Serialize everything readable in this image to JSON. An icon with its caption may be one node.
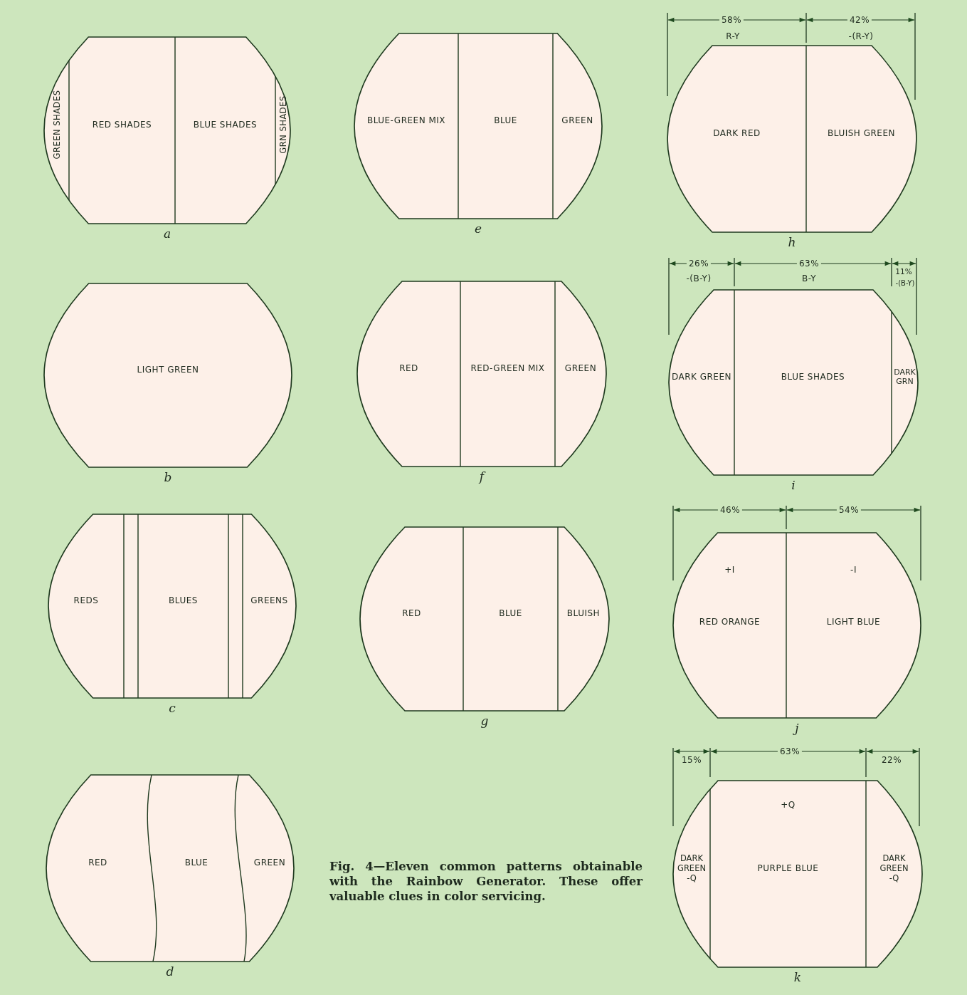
{
  "diagram": {
    "caption": "Fig. 4—Eleven common patterns obtainable with the Rainbow Generator. These offer valuable clues in color servicing.",
    "nodes": [
      {
        "text": [],
        "shape": "screen",
        "beside": [
          "a"
        ]
      },
      {
        "text": [
          "GREEN SHADES"
        ],
        "in": 0
      },
      {
        "text": [
          "RED SHADES"
        ],
        "in": 0
      },
      {
        "text": [
          "BLUE SHADES"
        ],
        "in": 0
      },
      {
        "text": [
          "GRN SHADES"
        ],
        "in": 0
      },
      {
        "text": [],
        "shape": "screen",
        "beside": [
          "e"
        ]
      },
      {
        "text": [
          "BLUE-GREEN MIX"
        ],
        "in": 5
      },
      {
        "text": [
          "BLUE"
        ],
        "in": 5
      },
      {
        "text": [
          "GREEN"
        ],
        "in": 5
      },
      {
        "text": [],
        "shape": "screen",
        "beside": [
          "h"
        ]
      },
      {
        "text": [
          "DARK RED"
        ],
        "in": 9
      },
      {
        "text": [
          "BLUISH GREEN"
        ],
        "in": 9
      },
      {
        "text": [],
        "shape": "screen",
        "beside": [
          "b"
        ]
      },
      {
        "text": [
          "LIGHT GREEN"
        ],
        "in": 12
      },
      {
        "text": [],
        "shape": "screen",
        "beside": [
          "f"
        ]
      },
      {
        "text": [
          "RED"
        ],
        "in": 14
      },
      {
        "text": [
          "RED-GREEN MIX"
        ],
        "in": 14
      },
      {
        "text": [
          "GREEN"
        ],
        "in": 14
      },
      {
        "text": [],
        "shape": "screen",
        "beside": [
          "i"
        ]
      },
      {
        "text": [
          "DARK GREEN"
        ],
        "in": 18
      },
      {
        "text": [
          "BLUE SHADES"
        ],
        "in": 18
      },
      {
        "text": [
          "DARK GRN"
        ],
        "in": 18
      },
      {
        "text": [],
        "shape": "screen",
        "beside": [
          "c"
        ]
      },
      {
        "text": [
          "REDS"
        ],
        "in": 22
      },
      {
        "text": [
          "BLUES"
        ],
        "in": 22
      },
      {
        "text": [
          "GREENS"
        ],
        "in": 22
      },
      {
        "text": [],
        "shape": "screen",
        "beside": [
          "g"
        ]
      },
      {
        "text": [
          "RED"
        ],
        "in": 26
      },
      {
        "text": [
          "BLUE"
        ],
        "in": 26
      },
      {
        "text": [
          "BLUISH"
        ],
        "in": 26
      },
      {
        "text": [],
        "shape": "screen",
        "beside": [
          "j"
        ]
      },
      {
        "text": [
          "+I",
          "RED ORANGE"
        ],
        "in": 30
      },
      {
        "text": [
          "-I",
          "LIGHT BLUE"
        ],
        "in": 30
      },
      {
        "text": [],
        "shape": "screen",
        "beside": [
          "d"
        ]
      },
      {
        "text": [
          "RED"
        ],
        "in": 33
      },
      {
        "text": [
          "BLUE"
        ],
        "in": 33
      },
      {
        "text": [
          "GREEN"
        ],
        "in": 33
      },
      {
        "text": [],
        "shape": "screen",
        "beside": [
          "k"
        ]
      },
      {
        "text": [
          "DARK GREEN -Q"
        ],
        "in": 37
      },
      {
        "text": [
          "+Q",
          "PURPLE BLUE"
        ],
        "in": 37
      },
      {
        "text": [
          "DARK GREEN -Q"
        ],
        "in": 37
      }
    ],
    "labels": [
      "58%",
      "42%",
      "R-Y",
      "-(R-Y)",
      "26%",
      "63%",
      "11%",
      "-(B-Y)",
      "B-Y",
      "-(B-Y)",
      "46%",
      "54%",
      "15%",
      "63%",
      "22%"
    ]
  }
}
